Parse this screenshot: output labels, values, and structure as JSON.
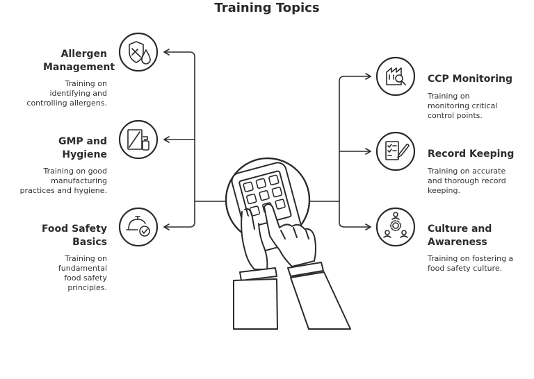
{
  "title": "Training Topics",
  "topics": [
    {
      "title": "Allergen Management",
      "desc": "Training on identifying and controlling allergens.",
      "icon": "allergen-shield-drop-icon"
    },
    {
      "title": "GMP and Hygiene",
      "desc": "Training on good manufacturing practices and hygiene.",
      "icon": "spray-bottle-icon"
    },
    {
      "title": "Food Safety Basics",
      "desc": "Training on fundamental food safety principles.",
      "icon": "food-cloche-check-icon"
    },
    {
      "title": "CCP Monitoring",
      "desc": "Training on monitoring critical control points.",
      "icon": "factory-magnifier-icon"
    },
    {
      "title": "Record Keeping",
      "desc": "Training on accurate and thorough record keeping.",
      "icon": "checklist-pen-icon"
    },
    {
      "title": "Culture and Awareness",
      "desc": "Training on fostering a food safety culture.",
      "icon": "people-gear-icon"
    }
  ],
  "center_icon": "hands-tablet-icon",
  "colors": {
    "stroke": "#2b2b2b",
    "text": "#333333",
    "background": "#ffffff"
  }
}
